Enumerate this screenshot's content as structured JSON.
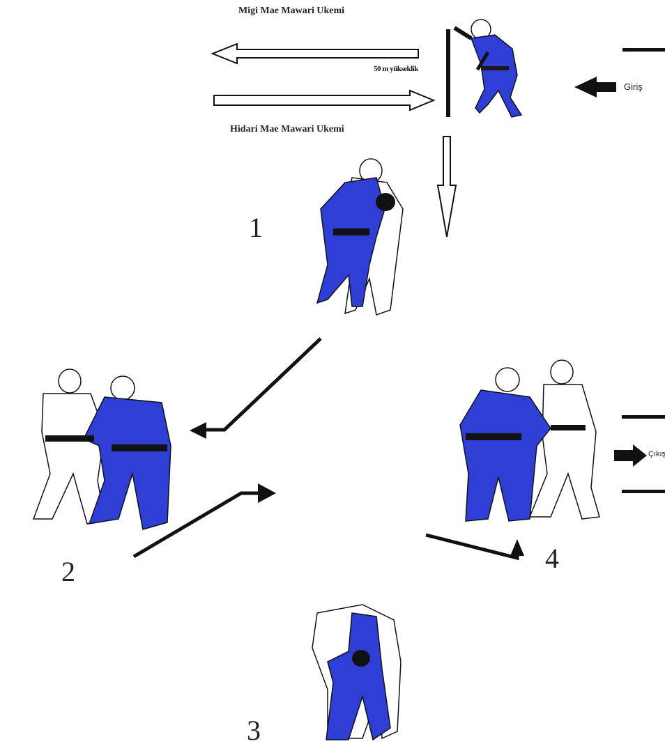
{
  "labels": {
    "top_route": "Migi Mae Mawari Ukemi",
    "bottom_route": "Hidari Mae Mawari Ukemi",
    "distance": "50 m yükseklik",
    "entry": "Giriş",
    "exit": "Çıkış"
  },
  "steps": [
    "1",
    "2",
    "3",
    "4"
  ],
  "colors": {
    "gi_blue": "#2f3fd6",
    "gi_white": "#ffffff",
    "belt": "#1a1a1a",
    "ink": "#111111"
  }
}
